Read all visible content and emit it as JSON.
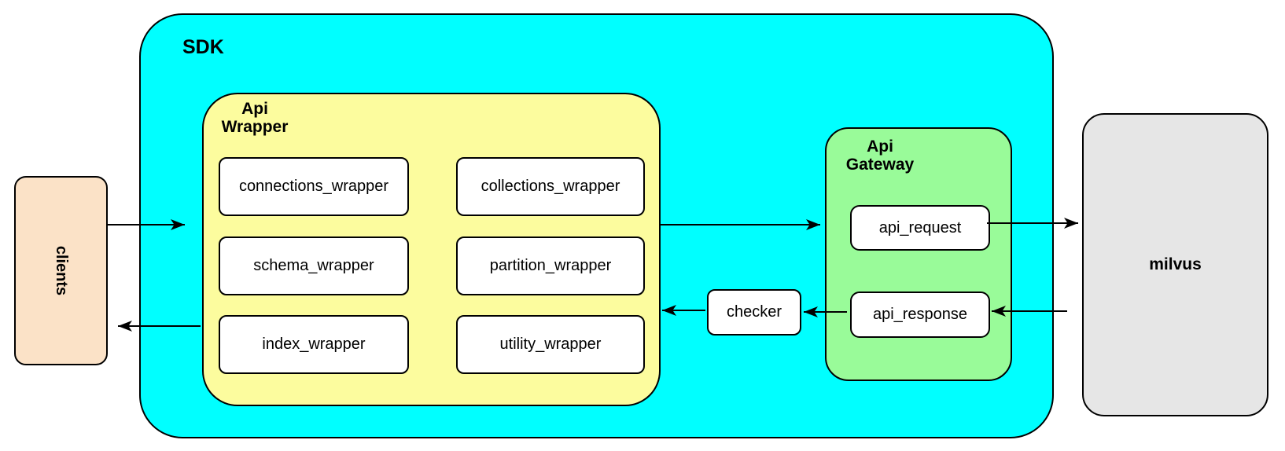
{
  "colors": {
    "sdk-fill": "#00ffff",
    "wrapper-fill": "#fcfc9e",
    "gateway-fill": "#99fb99",
    "clients-fill": "#fbe2c7",
    "milvus-fill": "#e6e6e6",
    "box-fill": "#ffffff",
    "line": "#000000"
  },
  "nodes": {
    "sdk": "SDK",
    "clients": "clients",
    "milvus": "milvus",
    "checker": "checker",
    "api_wrapper": {
      "line1": "Api",
      "line2": "Wrapper"
    },
    "api_gateway": {
      "line1": "Api",
      "line2": "Gateway"
    },
    "wrapper_boxes": [
      "connections_wrapper",
      "collections_wrapper",
      "schema_wrapper",
      "partition_wrapper",
      "index_wrapper",
      "utility_wrapper"
    ],
    "gateway_boxes": [
      "api_request",
      "api_response"
    ]
  },
  "arrows": [
    {
      "from": "clients",
      "to": "api_wrapper"
    },
    {
      "from": "api_wrapper",
      "to": "clients"
    },
    {
      "from": "api_wrapper",
      "to": "api_gateway"
    },
    {
      "from": "api_request",
      "to": "milvus"
    },
    {
      "from": "milvus",
      "to": "api_response"
    },
    {
      "from": "api_response",
      "to": "checker"
    },
    {
      "from": "checker",
      "to": "api_wrapper"
    }
  ]
}
